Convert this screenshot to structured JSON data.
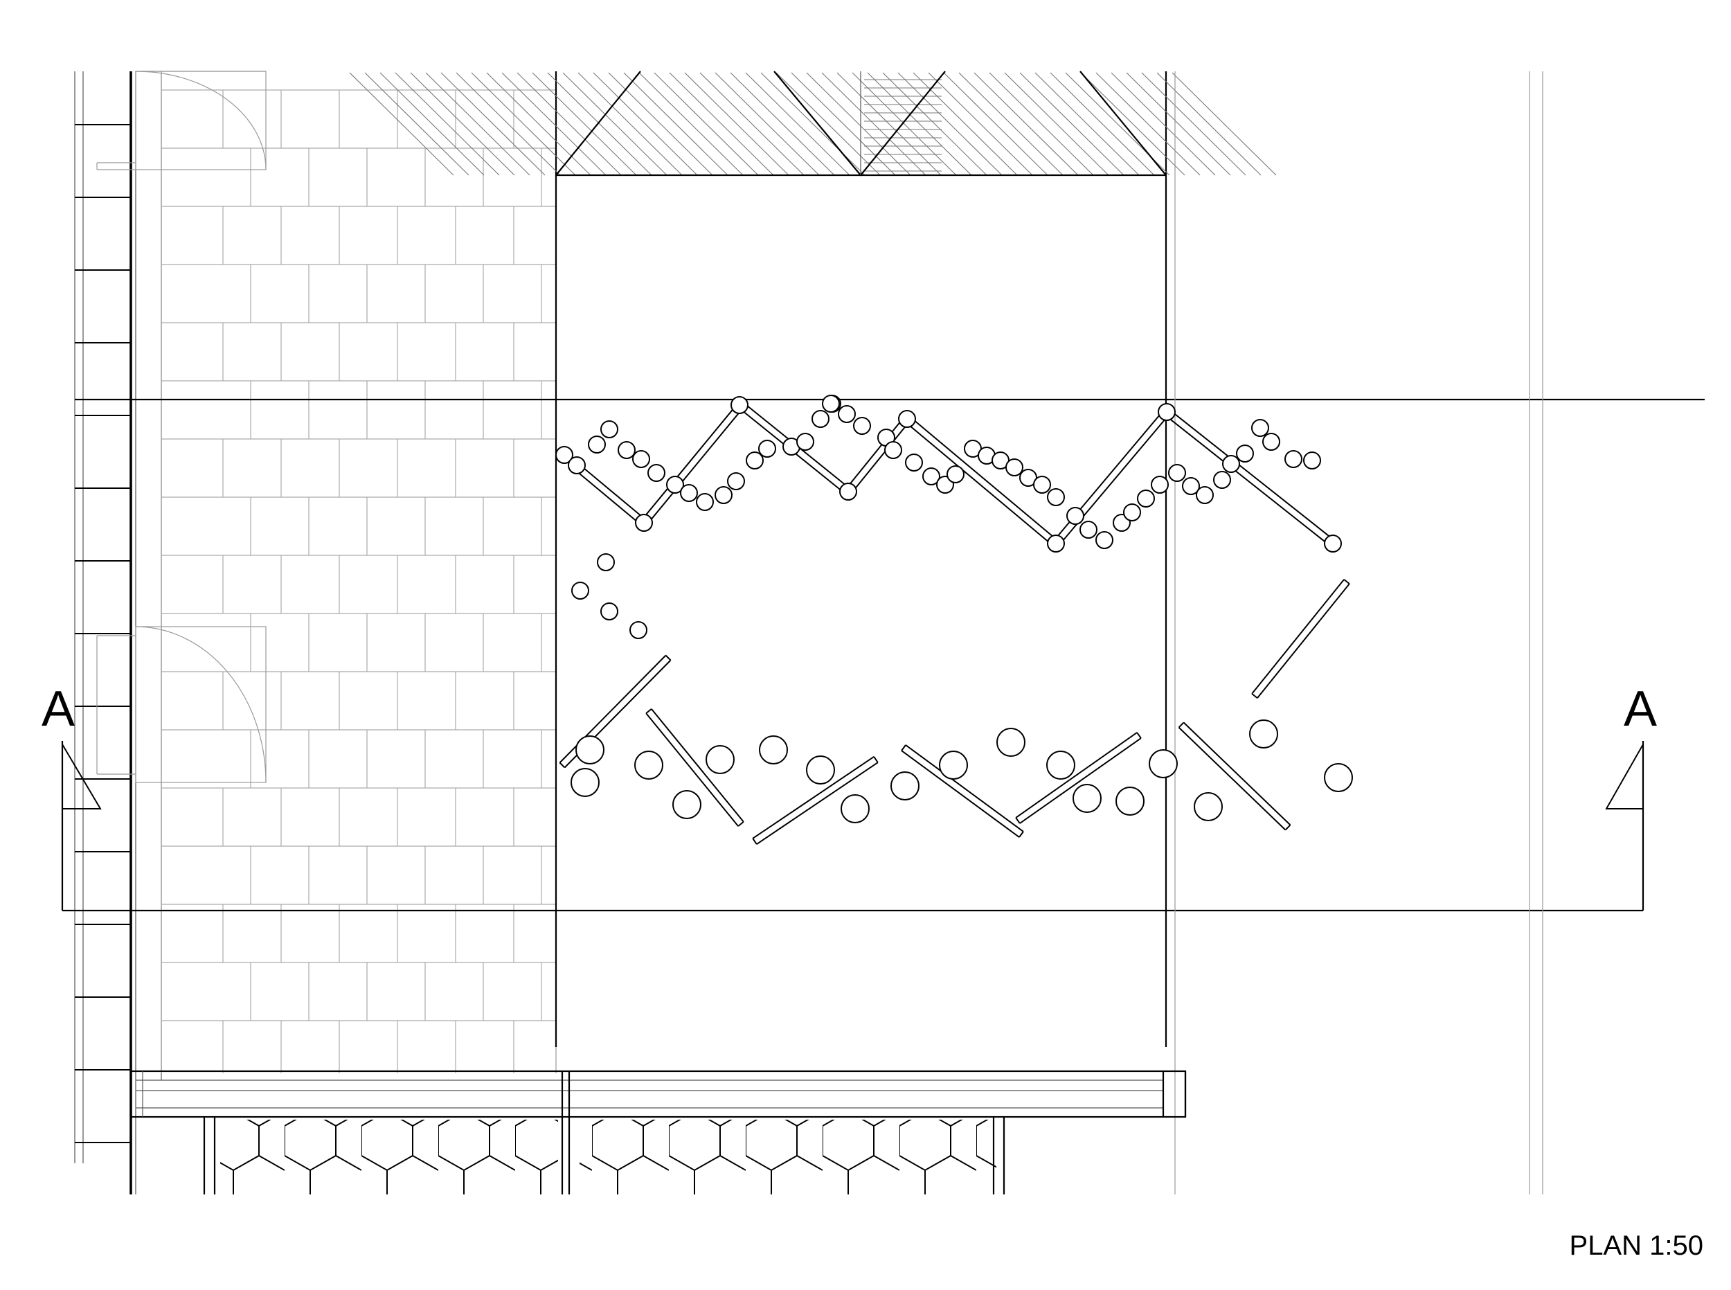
{
  "drawing": {
    "type": "architectural floor plan",
    "title": "PLAN 1:50",
    "section_marker_left": "A",
    "section_marker_right": "A"
  },
  "colors": {
    "line": "#000000",
    "thin_line": "#555555",
    "faint_line": "#999999",
    "background": "#ffffff"
  }
}
